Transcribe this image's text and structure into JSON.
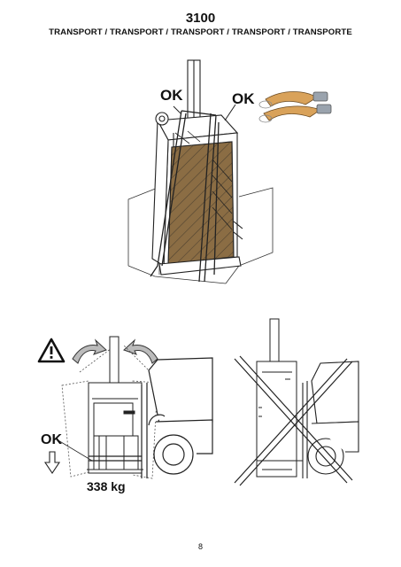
{
  "header": {
    "model": "3100",
    "subtitle": "TRANSPORT / TRANSPORT / TRANSPORT / TRANSPORT / TRANSPORTE"
  },
  "top_figure": {
    "ok_left": "OK",
    "ok_right": "OK"
  },
  "bottom_left_figure": {
    "ok_label": "OK",
    "weight": "338 kg",
    "warning_icon": "warning-triangle-icon",
    "arrow_icon": "down-arrow-icon"
  },
  "bottom_right_figure": {
    "status": "crossed-out"
  },
  "footer": {
    "page_number": "8"
  },
  "colors": {
    "bale": "#8b6d44",
    "strap": "#d9a25a",
    "line": "#222222"
  }
}
